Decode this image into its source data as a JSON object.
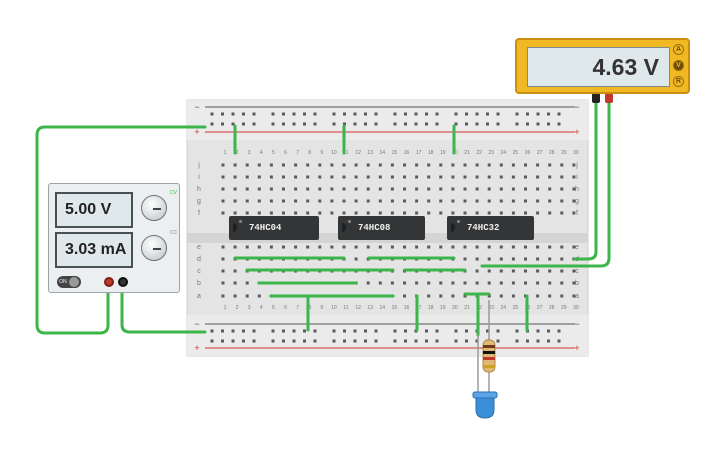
{
  "multimeter": {
    "reading": "4.63 V",
    "mode_buttons": [
      "A",
      "V",
      "R"
    ],
    "selected_mode": "V"
  },
  "power_supply": {
    "voltage": "5.00 V",
    "current": "3.03 mA",
    "switch_label": "ON",
    "knob_labels": [
      "CV",
      "CC"
    ]
  },
  "breadboard": {
    "column_numbers": [
      "1",
      "2",
      "3",
      "4",
      "5",
      "6",
      "7",
      "8",
      "9",
      "10",
      "11",
      "12",
      "13",
      "14",
      "15",
      "16",
      "17",
      "18",
      "19",
      "20",
      "21",
      "22",
      "23",
      "24",
      "25",
      "26",
      "27",
      "28",
      "29",
      "30"
    ],
    "top_row_letters": [
      "j",
      "i",
      "h",
      "g",
      "f"
    ],
    "bottom_row_letters": [
      "e",
      "d",
      "c",
      "b",
      "a"
    ],
    "rail_signs": {
      "minus": "−",
      "plus": "+"
    }
  },
  "chips": [
    {
      "label": "74HC04"
    },
    {
      "label": "74HC08"
    },
    {
      "label": "74HC32"
    }
  ],
  "colors": {
    "wire": "#3cb54a",
    "board": "#e3e3e3",
    "rail_red": "#d0312d",
    "rail_black": "#555555",
    "chip": "#333537",
    "multimeter": "#f0b823",
    "led": "#3b8fd9"
  }
}
